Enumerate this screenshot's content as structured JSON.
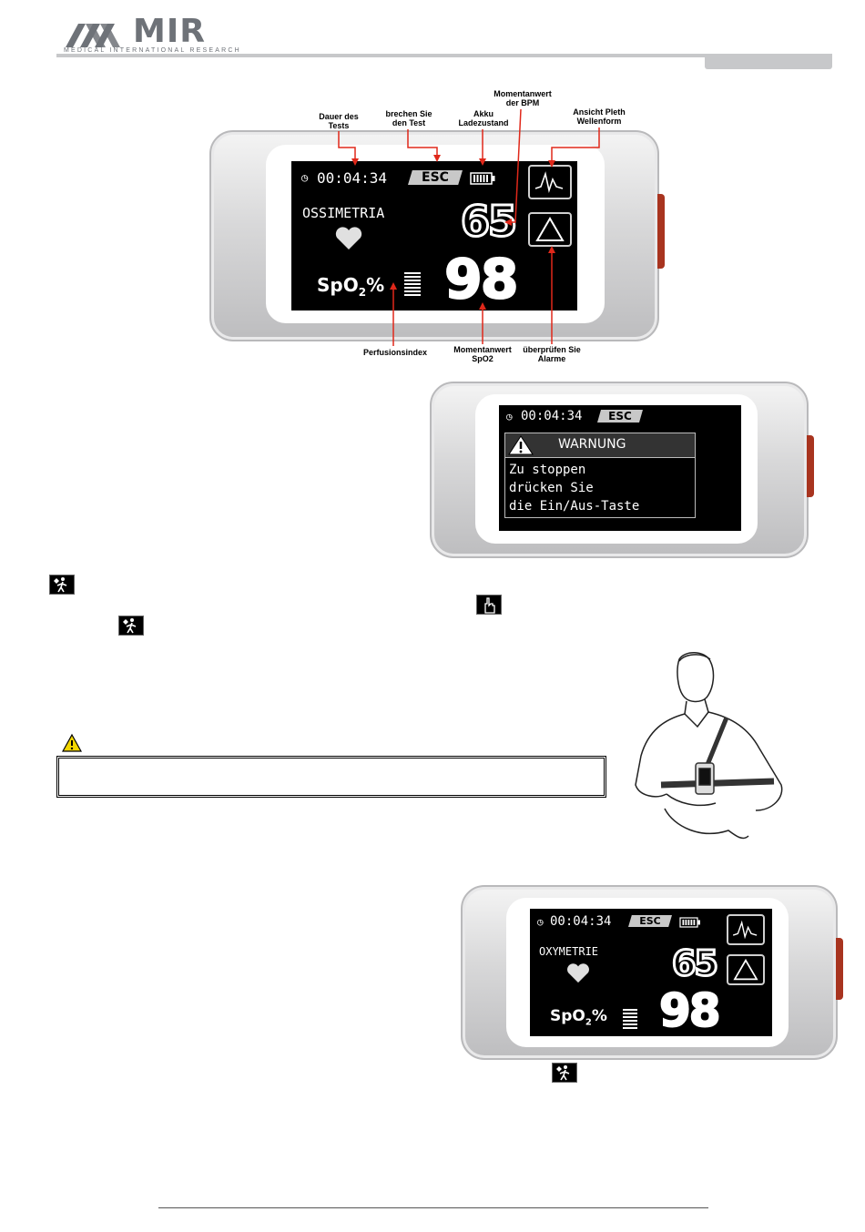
{
  "header": {
    "logo_text": "MIR",
    "logo_subtitle": "MEDICAL INTERNATIONAL RESEARCH"
  },
  "figure1": {
    "callouts": {
      "duration": "Dauer des Tests",
      "abort": "brechen Sie den Test",
      "battery": "Akku Ladezustand",
      "bpm": "Momentanwert der BPM",
      "pleth": "Ansicht Pleth Wellenform",
      "perfusion": "Perfusionsindex",
      "spo2_value": "Momentanwert SpO2",
      "alarms": "überprüfen Sie Alarme"
    },
    "screen": {
      "timer": "00:04:34",
      "esc": "ESC",
      "mode": "OSSIMETRIA",
      "bpm": "65",
      "spo2": "98",
      "spo2_label": "SpO",
      "spo2_sub": "2",
      "spo2_pct": "%"
    }
  },
  "figure2": {
    "screen": {
      "timer": "00:04:34",
      "esc": "ESC",
      "warning_title": "WARNUNG",
      "message_lines": [
        "Zu stoppen",
        "drücken Sie",
        "die Ein/Aus-Taste"
      ]
    }
  },
  "figure3": {
    "screen": {
      "timer": "00:04:34",
      "esc": "ESC",
      "mode": "OXYMETRIE",
      "bpm": "65",
      "spo2": "98",
      "spo2_label": "SpO",
      "spo2_sub": "2",
      "spo2_pct": "%"
    }
  },
  "icons": {
    "walk_icon": "walking-person-icon",
    "touch_icon": "hand-touch-icon",
    "warning_icon": "warning-triangle-icon",
    "warning_color": "#f2d600"
  }
}
